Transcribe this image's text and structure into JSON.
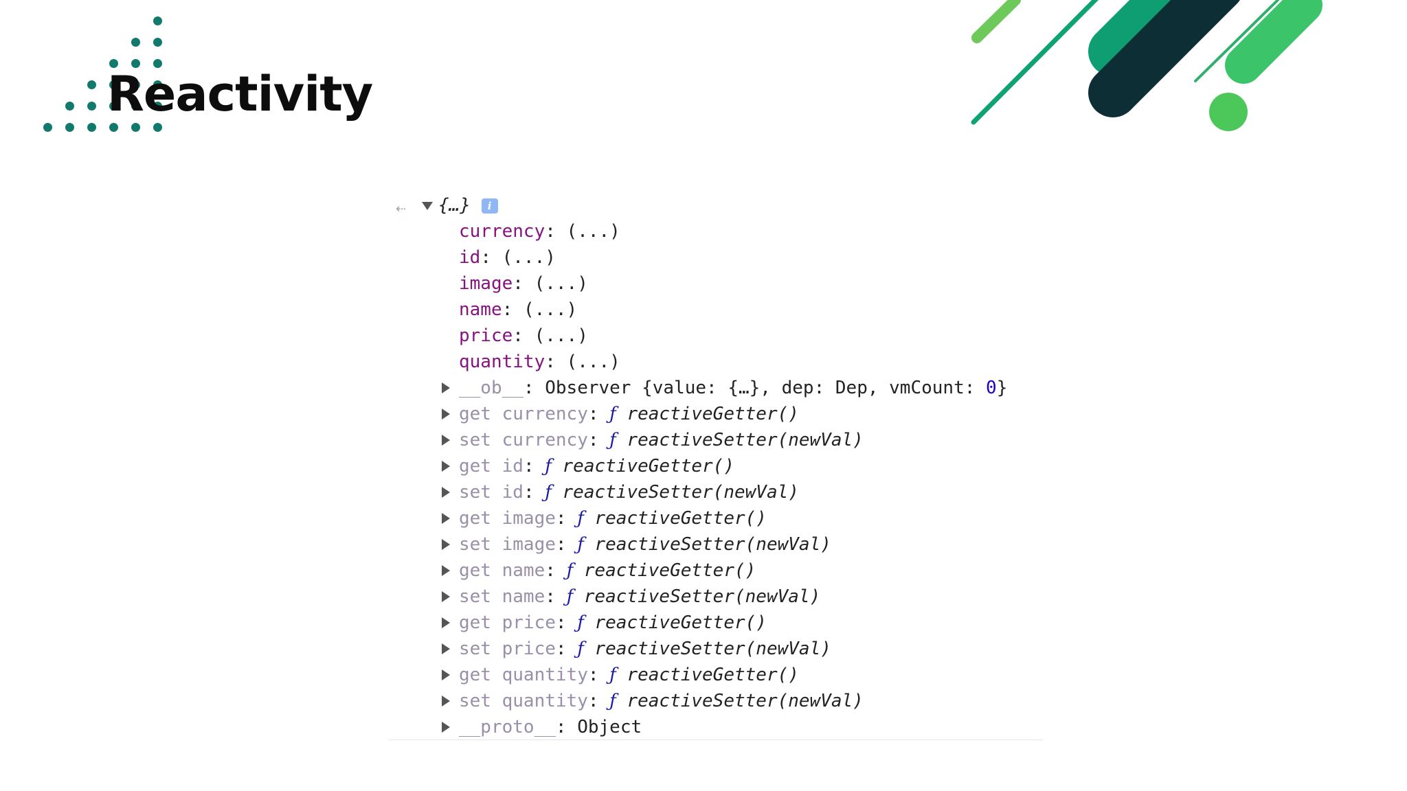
{
  "slide": {
    "title": "Reactivity",
    "accent_colors": [
      "#127a6c",
      "#0f9d72",
      "#3cc46a",
      "#0f2f35"
    ]
  },
  "console": {
    "object_label": "{…}",
    "info_badge": "i",
    "properties": [
      {
        "key": "currency",
        "value": "(...)"
      },
      {
        "key": "id",
        "value": "(...)"
      },
      {
        "key": "image",
        "value": "(...)"
      },
      {
        "key": "name",
        "value": "(...)"
      },
      {
        "key": "price",
        "value": "(...)"
      },
      {
        "key": "quantity",
        "value": "(...)"
      }
    ],
    "observer": {
      "key": "__ob__",
      "type": "Observer",
      "pre": "{value: {…}, dep: Dep, vmCount: ",
      "count": "0",
      "post": "}"
    },
    "accessors": [
      {
        "prefix": "get",
        "name": "currency",
        "fn": "reactiveGetter()"
      },
      {
        "prefix": "set",
        "name": "currency",
        "fn": "reactiveSetter(newVal)"
      },
      {
        "prefix": "get",
        "name": "id",
        "fn": "reactiveGetter()"
      },
      {
        "prefix": "set",
        "name": "id",
        "fn": "reactiveSetter(newVal)"
      },
      {
        "prefix": "get",
        "name": "image",
        "fn": "reactiveGetter()"
      },
      {
        "prefix": "set",
        "name": "image",
        "fn": "reactiveSetter(newVal)"
      },
      {
        "prefix": "get",
        "name": "name",
        "fn": "reactiveGetter()"
      },
      {
        "prefix": "set",
        "name": "name",
        "fn": "reactiveSetter(newVal)"
      },
      {
        "prefix": "get",
        "name": "price",
        "fn": "reactiveGetter()"
      },
      {
        "prefix": "set",
        "name": "price",
        "fn": "reactiveSetter(newVal)"
      },
      {
        "prefix": "get",
        "name": "quantity",
        "fn": "reactiveGetter()"
      },
      {
        "prefix": "set",
        "name": "quantity",
        "fn": "reactiveSetter(newVal)"
      }
    ],
    "proto": {
      "key": "__proto__",
      "value": "Object"
    },
    "f_symbol": "ƒ"
  }
}
